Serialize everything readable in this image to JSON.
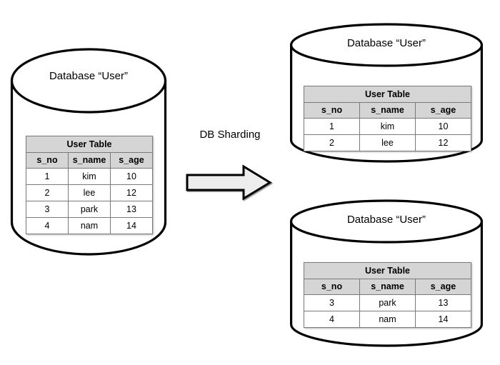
{
  "diagram": {
    "title": "DB Sharding",
    "background_color": "#ffffff",
    "stroke_color": "#000000",
    "table_header_color": "#d5d5d5",
    "table_cell_color": "#ffffff",
    "table_border_color": "#7a7a7a",
    "arrow_fill_color": "#ededed"
  },
  "process_label": {
    "text": "DB Sharding"
  },
  "arrow": {
    "label": "sharding-arrow",
    "direction": "right"
  },
  "source_database": {
    "title": "Database “User”",
    "table": {
      "name": "User Table",
      "columns": [
        "s_no",
        "s_name",
        "s_age"
      ],
      "rows": [
        [
          "1",
          "kim",
          "10"
        ],
        [
          "2",
          "lee",
          "12"
        ],
        [
          "3",
          "park",
          "13"
        ],
        [
          "4",
          "nam",
          "14"
        ]
      ]
    }
  },
  "shard_databases": [
    {
      "title": "Database “User”",
      "table": {
        "name": "User Table",
        "columns": [
          "s_no",
          "s_name",
          "s_age"
        ],
        "rows": [
          [
            "1",
            "kim",
            "10"
          ],
          [
            "2",
            "lee",
            "12"
          ]
        ]
      }
    },
    {
      "title": "Database “User”",
      "table": {
        "name": "User Table",
        "columns": [
          "s_no",
          "s_name",
          "s_age"
        ],
        "rows": [
          [
            "3",
            "park",
            "13"
          ],
          [
            "4",
            "nam",
            "14"
          ]
        ]
      }
    }
  ]
}
